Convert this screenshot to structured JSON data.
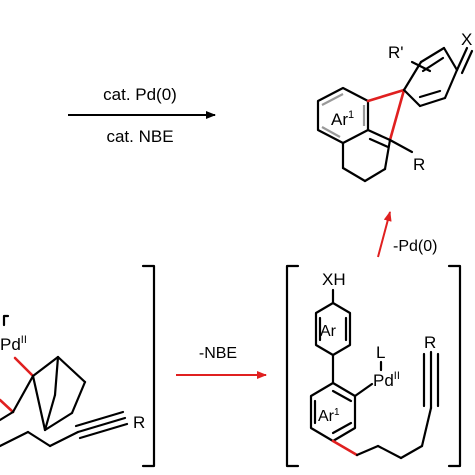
{
  "colors": {
    "ink": "#000000",
    "highlight": "#e02020",
    "aromatic_ring": "#999999"
  },
  "top_arrow": {
    "above": "cat. Pd(0)",
    "below": "cat. NBE"
  },
  "product": {
    "ar": "Ar",
    "ar_sup": "1",
    "x": "X",
    "r_prime": "R'",
    "r": "R"
  },
  "left_intermediate": {
    "pd": "Pd",
    "pd_ox": "II",
    "r": "R"
  },
  "middle_arrow": {
    "label": "-NBE"
  },
  "right_intermediate": {
    "xh": "XH",
    "ar_top": "Ar",
    "ar_bottom": "Ar",
    "ar_bottom_sup": "1",
    "l": "L",
    "pd": "Pd",
    "pd_ox": "II",
    "r": "R"
  },
  "up_arrow": {
    "label": "-Pd(0)"
  }
}
